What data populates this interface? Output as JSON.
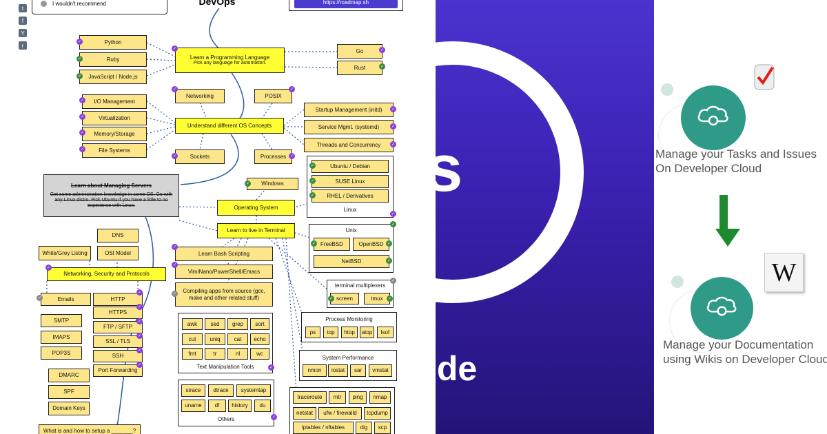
{
  "left": {
    "title": "DevOps",
    "url_button": "https://roadmap.sh",
    "poll_option": "I wouldn't recommend",
    "social_icons": [
      "twitter-icon",
      "facebook-icon",
      "hackernews-icon",
      "reddit-icon"
    ],
    "nodes": {
      "python": "Python",
      "ruby": "Ruby",
      "js": "JavaScript / Node.js",
      "learn_lang_title": "Learn a Programming Language",
      "learn_lang_sub": "Pick any language for automation.",
      "go": "Go",
      "rust": "Rust",
      "io": "I/O Management",
      "virtualization": "Virtualization",
      "memory": "Memory/Storage",
      "filesystems": "File Systems",
      "networking": "Networking",
      "posix": "POSIX",
      "os_concepts": "Understand different OS Concepts",
      "sockets": "Sockets",
      "processes": "Processes",
      "startup": "Startup Management (initd)",
      "service": "Service Mgmt. (systemd)",
      "threads": "Threads and Concurrency",
      "managing_title": "Learn about Managing Servers",
      "managing_body": "Get some administration knowledge in some OS. Go with any Linux distro. Pick Ubuntu if you have a little to no experience with Linux.",
      "windows": "Windows",
      "operating_system": "Operating System",
      "terminal": "Learn to live in Terminal",
      "ubuntu": "Ubuntu / Debian",
      "suse": "SUSE Linux",
      "rhel": "RHEL / Derivatives",
      "linux": "Linux",
      "unix": "Unix",
      "freebsd": "FreeBSD",
      "openbsd": "OpenBSD",
      "netbsd": "NetBSD",
      "dns": "DNS",
      "white_grey": "White/Grey Listing",
      "osi": "OSI Model",
      "net_sec": "Networking, Security and Protocols",
      "emails": "Emails",
      "http": "HTTP",
      "https": "HTTPS",
      "smtp": "SMTP",
      "imaps": "IMAPS",
      "pop3s": "POP3S",
      "ftp": "FTP / SFTP",
      "ssl": "SSL / TLS",
      "ssh": "SSH",
      "port_forwarding": "Port Forwarding",
      "dmarc": "DMARC",
      "spf": "SPF",
      "domain_keys": "Domain Keys",
      "bash": "Learn Bash Scripting",
      "editors": "Vim/Nano/PowerShell/Emacs",
      "compiling": "Compiling apps from source (gcc, make and other related stuff)",
      "terminal_multiplexers": "terminal multiplexers",
      "screen": "screen",
      "tmux": "tmux",
      "process_monitoring": "Process Monitoring",
      "system_performance": "System Performance",
      "text_tools_label": "Text Manipulation Tools",
      "others_label": "Others",
      "setup_question": "What is and how to setup a _______?"
    },
    "text_tools": [
      "awk",
      "sed",
      "grep",
      "sort",
      "cut",
      "uniq",
      "cat",
      "echo",
      "fmt",
      "tr",
      "nl",
      "wc"
    ],
    "others_tools": [
      "strace",
      "dtrace",
      "systemtap",
      "uname",
      "df",
      "history",
      "du"
    ],
    "process_tools": [
      "ps",
      "top",
      "htop",
      "atop",
      "lsof"
    ],
    "perf_tools": [
      "nmon",
      "iostat",
      "sar",
      "vmstat"
    ],
    "network_tools": [
      "traceroute",
      "mtr",
      "ping",
      "nmap",
      "netstat",
      "ufw / firewalld",
      "tcpdump",
      "iptables / nftables",
      "dig",
      "scp"
    ]
  },
  "middle": {
    "big_letter": "s",
    "bottom_word": "ide",
    "colors": {
      "top": "#4a33cf",
      "bottom": "#241478"
    }
  },
  "right": {
    "caption1_line1": "Manage your Tasks and Issues",
    "caption1_line2": "On Developer Cloud",
    "caption2_line1": "Manage your Documentation",
    "caption2_line2": "using Wikis on Developer Cloud",
    "wiki_letter": "W",
    "colors": {
      "circle": "#2f9a87",
      "arrow": "#1e8a2e",
      "check": "#e02020"
    }
  }
}
